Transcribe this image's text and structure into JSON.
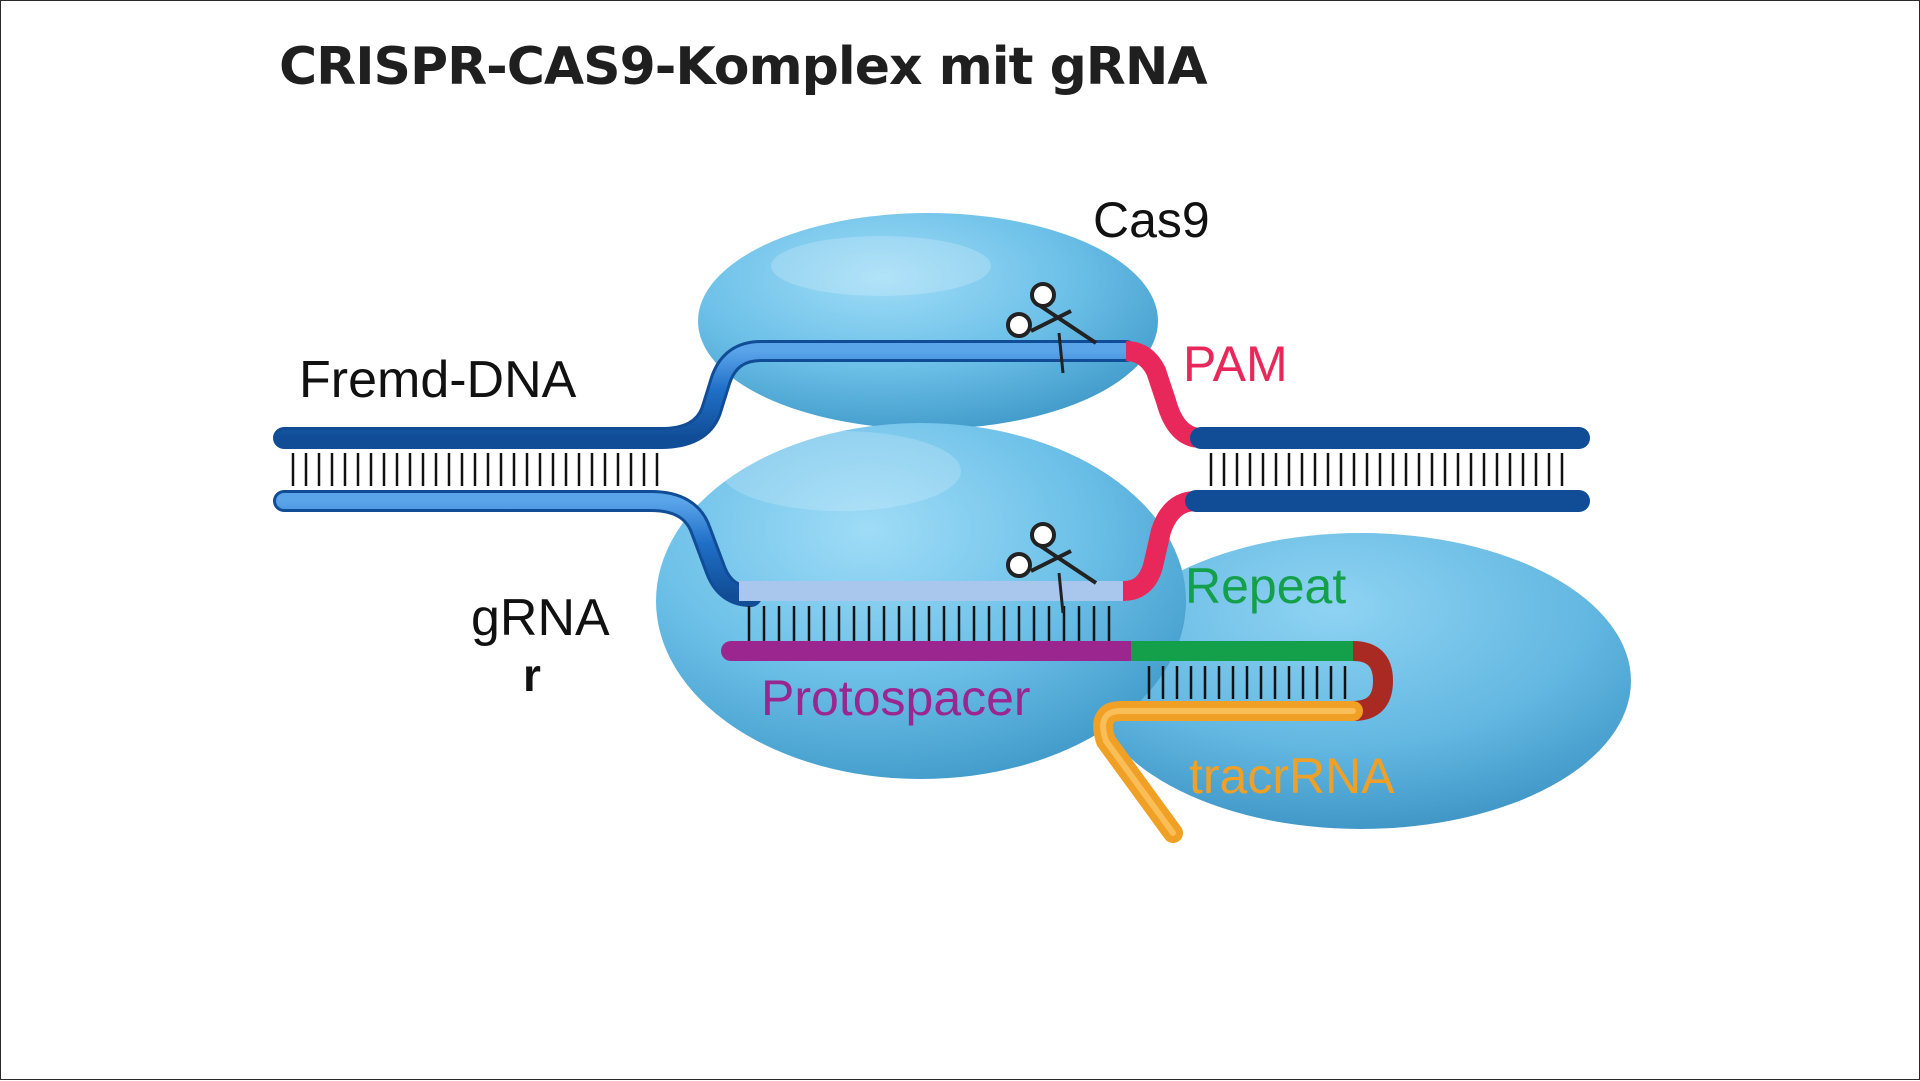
{
  "title": "CRISPR-CAS9-Komplex mit gRNA",
  "labels": {
    "cas9": "Cas9",
    "foreign_dna": "Fremd-DNA",
    "pam": "PAM",
    "grna": "gRNA",
    "grna_sub": "r",
    "repeat": "Repeat",
    "protospacer": "Protospacer",
    "tracrrna": "tracrRNA"
  },
  "colors": {
    "dna_strand": "#1f6fc7",
    "cas9_protein": "#6cc0e8",
    "pam": "#e8285a",
    "protospacer": "#9c2690",
    "repeat": "#14a04a",
    "tracrrna": "#f0a025",
    "loop": "#a82a22",
    "target_strand": "#a9c6ec",
    "text": "#111111"
  },
  "icons": [
    "scissors-icon",
    "scissors-icon"
  ]
}
